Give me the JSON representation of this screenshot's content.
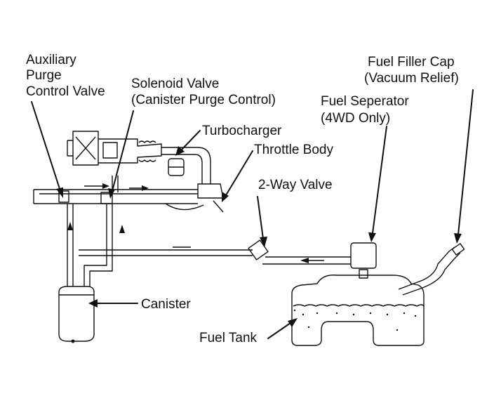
{
  "labels": {
    "aux_line1": "Auxiliary",
    "aux_line2": "Purge",
    "aux_line3": "Control Valve",
    "solenoid_line1": "Solenoid Valve",
    "solenoid_line2": "(Canister Purge Control)",
    "turbo": "Turbocharger",
    "throttle": "Throttle Body",
    "twoway": "2-Way Valve",
    "filler_line1": "Fuel Filler Cap",
    "filler_line2": "(Vacuum Relief)",
    "separator_line1": "Fuel Seperator",
    "separator_line2": "(4WD Only)",
    "canister": "Canister",
    "tank": "Fuel Tank"
  },
  "colors": {
    "ink": "#111111",
    "background": "#ffffff"
  }
}
